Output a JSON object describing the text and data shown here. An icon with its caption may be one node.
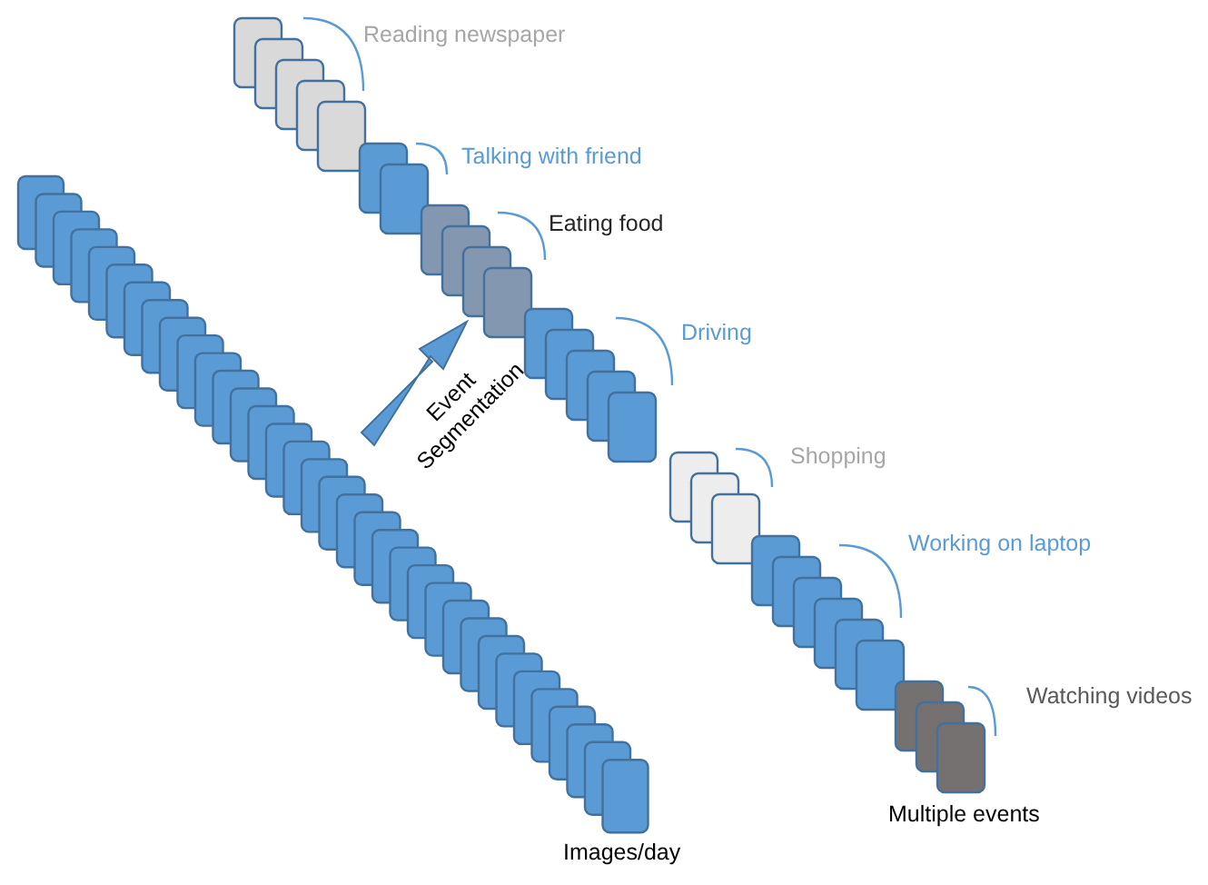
{
  "diagram": {
    "labels": [
      "Reading newspaper",
      "Talking with friend",
      "Eating food",
      "Driving",
      "Shopping",
      "Working on laptop",
      "Watching videos",
      "Event Segmentation",
      "Images/day",
      "Multiple events"
    ]
  }
}
